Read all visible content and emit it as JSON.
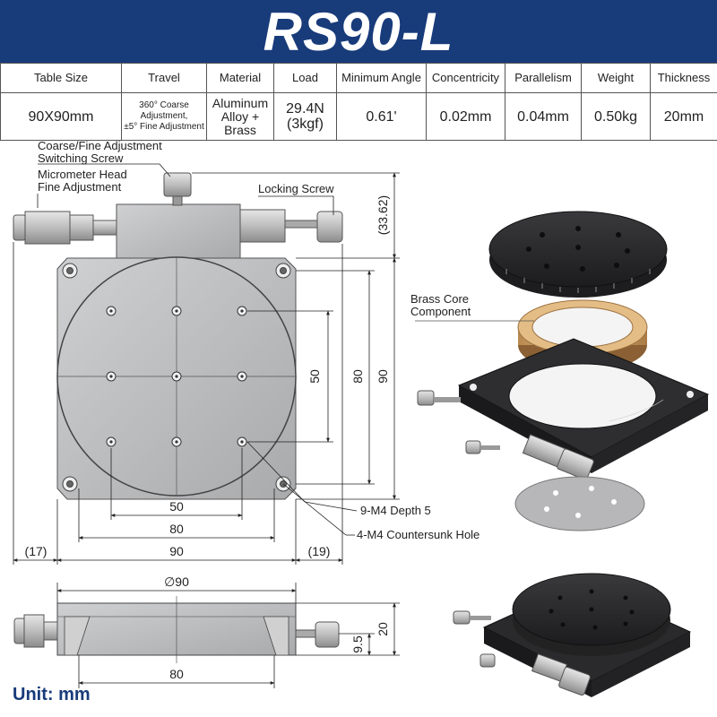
{
  "title": "RS90-L",
  "spec_table": {
    "headers": [
      "Table Size",
      "Travel",
      "Material",
      "Load",
      "Minimum Angle",
      "Concentricity",
      "Parallelism",
      "Weight",
      "Thickness"
    ],
    "values": {
      "table_size": "90X90mm",
      "travel": [
        "360° Coarse",
        "Adjustment,",
        "±5° Fine Adjustment"
      ],
      "material": [
        "Aluminum",
        "Alloy +",
        "Brass"
      ],
      "load": [
        "29.4N",
        "(3kgf)"
      ],
      "minimum_angle": "0.61'",
      "concentricity": "0.02mm",
      "parallelism": "0.04mm",
      "weight": "0.50kg",
      "thickness": "20mm"
    }
  },
  "callouts": {
    "switching_screw": [
      "Coarse/Fine Adjustment",
      "Switching Screw"
    ],
    "micrometer": [
      "Micrometer Head",
      "Fine Adjustment"
    ],
    "locking_screw": "Locking Screw",
    "brass_core": [
      "Brass Core",
      "Component"
    ],
    "tapped_holes": "9-M4 Depth 5",
    "countersunk_holes": "4-M4 Countersunk Hole"
  },
  "dimensions": {
    "top_view": {
      "hole_spacing_h": "50",
      "hole_span_h": "80",
      "width": "90",
      "left_overhang": "(17)",
      "right_overhang": "(19)",
      "hole_spacing_v": "50",
      "hole_span_v": "80",
      "height": "90",
      "top_overhang": "(33.62)"
    },
    "side_view": {
      "diameter": "∅90",
      "thickness": "20",
      "screw_height": "9.5",
      "base_span": "80"
    }
  },
  "unit_label": "Unit: mm",
  "colors": {
    "header_bg": "#183b7a",
    "unit_text": "#183b7a",
    "stage_gray": "#b8b9bb",
    "anodized_black": "#2a2a2c",
    "brass": "#c9a26a"
  }
}
